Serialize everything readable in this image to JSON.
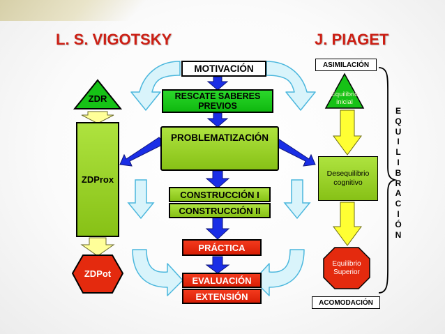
{
  "titles": {
    "left": "L. S. VIGOTSKY",
    "right": "J. PIAGET"
  },
  "vigotsky": {
    "zdr": "ZDR",
    "zdprox": "ZDProx",
    "zdpot": "ZDPot"
  },
  "center": {
    "motivacion": "MOTIVACIÓN",
    "rescate_line1": "RESCATE SABERES",
    "rescate_line2": "PREVIOS",
    "problematizacion": "PROBLEMATIZACIÓN",
    "construccion1": "CONSTRUCCIÓN I",
    "construccion2": "CONSTRUCCIÓN II",
    "practica": "PRÁCTICA",
    "evaluacion": "EVALUACIÓN",
    "extension": "EXTENSIÓN"
  },
  "piaget": {
    "asimilacion": "ASIMILACIÓN",
    "equilibrio_inicial_line1": "Equilibrio",
    "equilibrio_inicial_line2": "inicial",
    "desequilibrio_line1": "Desequilibrio",
    "desequilibrio_line2": "cognitivo",
    "equilibrio_superior_line1": "Equilibrio",
    "equilibrio_superior_line2": "Superior",
    "acomodacion": "ACOMODACIÓN"
  },
  "equilibracion_letters": [
    "E",
    "Q",
    "U",
    "I",
    "L",
    "I",
    "B",
    "R",
    "A",
    "C",
    "I",
    "Ó",
    "N"
  ],
  "colors": {
    "title_red": "#cc1f14",
    "green": "#16c216",
    "olive": "#96cf22",
    "red": "#e42a0e",
    "blue_arrow": "#1a2ee6",
    "yellow_arrow": "#ffff33",
    "light_blue_arrow": "#d9f4fb",
    "pale_yellow_arrow": "#ffff99"
  }
}
